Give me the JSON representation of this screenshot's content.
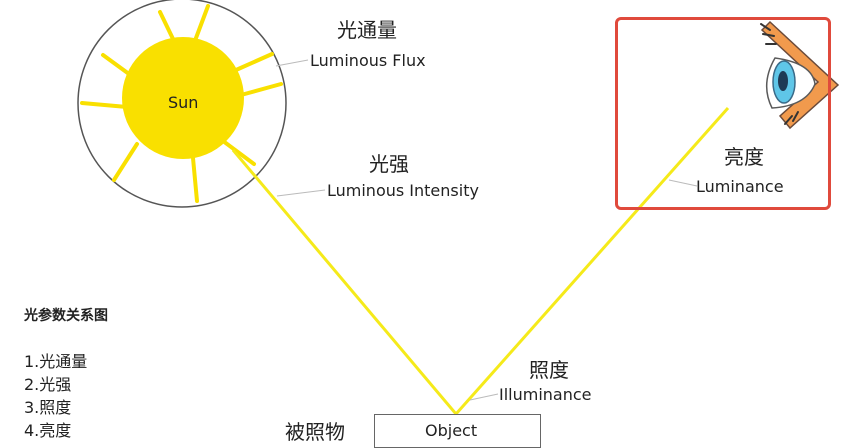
{
  "colors": {
    "sun_fill": "#f9e000",
    "sun_rays": "#f9e000",
    "light_path": "#f5ea1a",
    "highlight_border": "#e04a3c",
    "eye_skin": "#f19a4d",
    "eye_iris": "#5fc6e8"
  },
  "sun": {
    "label": "Sun"
  },
  "flux": {
    "cn": "光通量",
    "en": "Luminous Flux"
  },
  "intensity": {
    "cn": "光强",
    "en": "Luminous Intensity"
  },
  "luminance": {
    "cn": "亮度",
    "en": "Luminance"
  },
  "illuminance": {
    "cn": "照度",
    "en": "Illuminance"
  },
  "object": {
    "cn": "被照物",
    "en": "Object"
  },
  "legend": {
    "title": "光参数关系图",
    "items": [
      "1.光通量",
      "2.光强",
      "3.照度",
      "4.亮度"
    ]
  },
  "icons": {
    "eye": "eye-icon"
  }
}
